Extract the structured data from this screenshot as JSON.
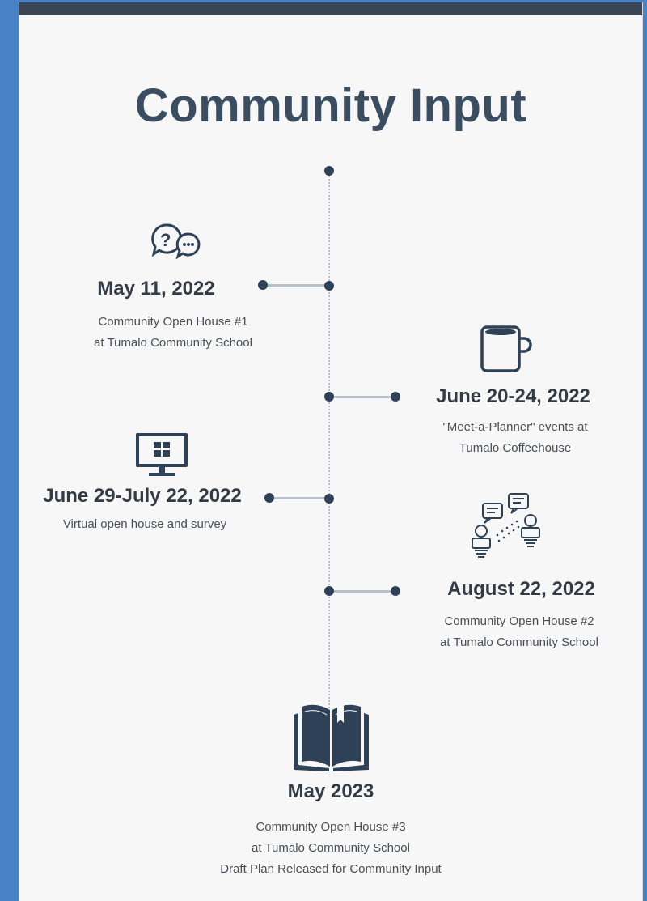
{
  "title": "Community Input",
  "events": [
    {
      "date": "May 11, 2022",
      "lines": [
        "Community Open House #1",
        "at Tumalo Community School"
      ],
      "icon": "question-chat-icon"
    },
    {
      "date": "June 20-24, 2022",
      "lines": [
        "\"Meet-a-Planner\" events at",
        "Tumalo Coffeehouse"
      ],
      "icon": "coffee-mug-icon"
    },
    {
      "date": "June 29-July 22, 2022",
      "lines": [
        "Virtual open house and survey"
      ],
      "icon": "computer-monitor-icon"
    },
    {
      "date": "August 22, 2022",
      "lines": [
        "Community Open House #2",
        "at Tumalo Community School"
      ],
      "icon": "people-discussion-icon"
    },
    {
      "date": "May 2023",
      "lines": [
        "Community Open House #3",
        "at Tumalo Community School",
        "Draft Plan Released for Community Input"
      ],
      "icon": "open-book-icon"
    }
  ],
  "colors": {
    "title": "#3a4d61",
    "dot": "#2f4156",
    "connector": "#b7c0cc",
    "topbar": "#3b4655"
  }
}
